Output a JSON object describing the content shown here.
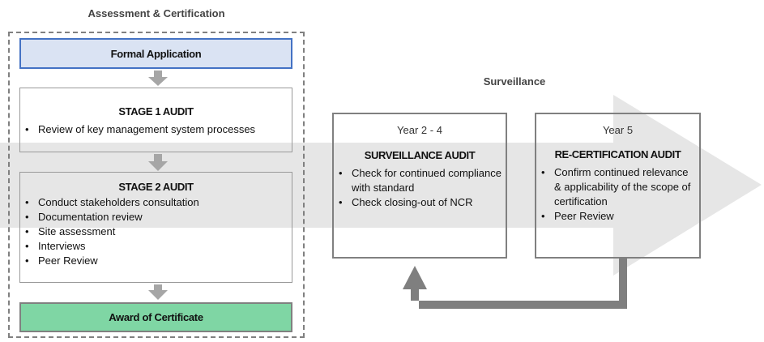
{
  "diagram": {
    "sections": {
      "assessment_title": "Assessment & Certification",
      "surveillance_title": "Surveillance"
    },
    "assessment_flow": {
      "formal_application": "Formal Application",
      "stage1": {
        "title": "STAGE 1 AUDIT",
        "items": [
          "Review of key management system processes"
        ]
      },
      "stage2": {
        "title": "STAGE 2 AUDIT",
        "items": [
          "Conduct stakeholders consultation",
          "Documentation review",
          "Site assessment",
          "Interviews",
          "Peer Review"
        ]
      },
      "award": "Award of Certificate"
    },
    "surveillance_flow": {
      "surveillance_audit": {
        "period": "Year 2 - 4",
        "title": "SURVEILLANCE AUDIT",
        "items": [
          "Check for continued compliance with standard",
          "Check closing-out of NCR"
        ]
      },
      "recertification_audit": {
        "period": "Year 5",
        "title": "RE-CERTIFICATION AUDIT",
        "items": [
          "Confirm continued relevance & applicability of the scope of certification",
          "Peer Review"
        ]
      },
      "feedback_loop": "Year 5 returns to Year 2 - 4 cycle"
    },
    "colors": {
      "formal_application_fill": "#dae3f3",
      "formal_application_border": "#4472c4",
      "award_fill": "#7fd6a4",
      "connector_arrow": "#a6a6a6",
      "loop_arrow": "#7f7f7f",
      "timeline_band": "#e6e6e6"
    }
  }
}
